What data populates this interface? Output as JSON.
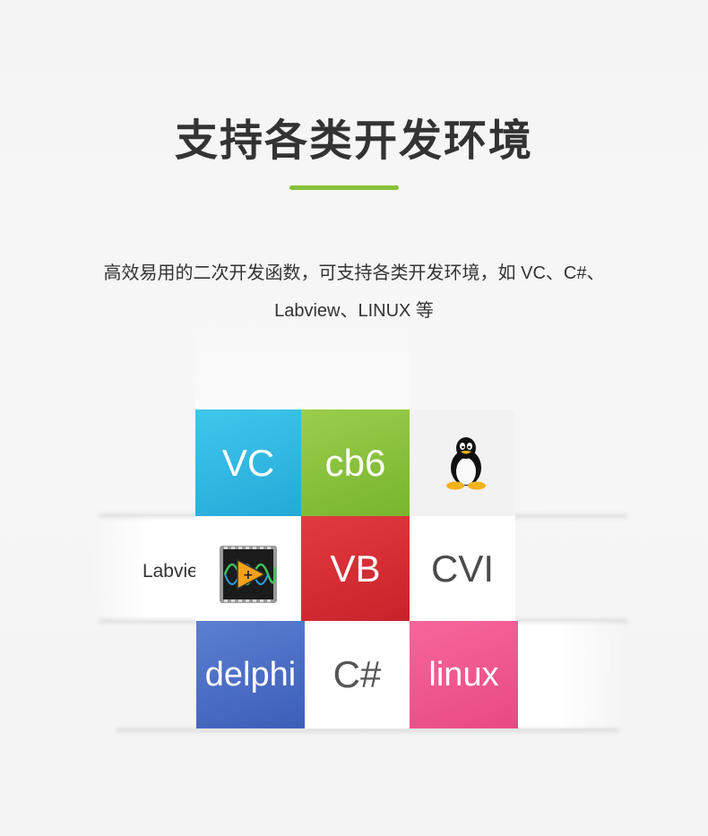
{
  "header": {
    "title": "支持各类开发环境",
    "accent_color": "#86c23c"
  },
  "description": {
    "line1": "高效易用的二次开发函数，可支持各类开发环境，如 VC、C#、",
    "line2": "Labview、LINUX 等"
  },
  "tiles": {
    "vc": {
      "label": "VC",
      "color": "#2fb5e0"
    },
    "cb6": {
      "label": "cb6",
      "color": "#86c23c"
    },
    "linux_logo": {
      "icon": "tux-penguin-icon"
    },
    "labview": {
      "label": "Labview",
      "icon": "labview-icon"
    },
    "vb": {
      "label": "VB",
      "color": "#d52e35"
    },
    "cvi": {
      "label": "CVI"
    },
    "delphi": {
      "label": "delphi",
      "color": "#4a6cc4"
    },
    "csharp": {
      "label": "C#"
    },
    "linux": {
      "label": "linux",
      "color": "#f05a8f"
    }
  }
}
